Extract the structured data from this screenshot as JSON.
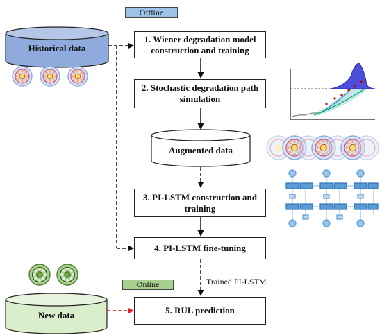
{
  "phases": {
    "offline": "Offline",
    "online": "Online"
  },
  "colors": {
    "offline_tag": "#9dc3e6",
    "online_tag": "#a9d18e",
    "historical_fill": "#8faadc",
    "newdata_fill": "#d9eecb",
    "bearing_blue": "#8faadc",
    "bearing_green": "#70ad47",
    "online_arrow": "#e02020"
  },
  "data_stores": {
    "historical": "Historical data",
    "augmented": "Augmented data",
    "new": "New data"
  },
  "steps": [
    {
      "label": "1. Wiener degradation model construction and training"
    },
    {
      "label": "2. Stochastic degradation path simulation"
    },
    {
      "label": "3. PI-LSTM construction and training"
    },
    {
      "label": "4. PI-LSTM fine-tuning"
    },
    {
      "label": "5. RUL prediction"
    }
  ],
  "edges": {
    "trained_model": "Trained PI-LSTM"
  },
  "icons": {
    "historical_bearings": [
      "bearing-icon",
      "bearing-icon",
      "bearing-icon"
    ],
    "new_bearings": [
      "bearing-icon",
      "bearing-icon"
    ],
    "augmented_bearings": [
      "bearing-icon",
      "bearing-icon",
      "bearing-icon"
    ],
    "degradation_plot": "degradation-chart-icon",
    "lstm": "lstm-network-icon"
  }
}
